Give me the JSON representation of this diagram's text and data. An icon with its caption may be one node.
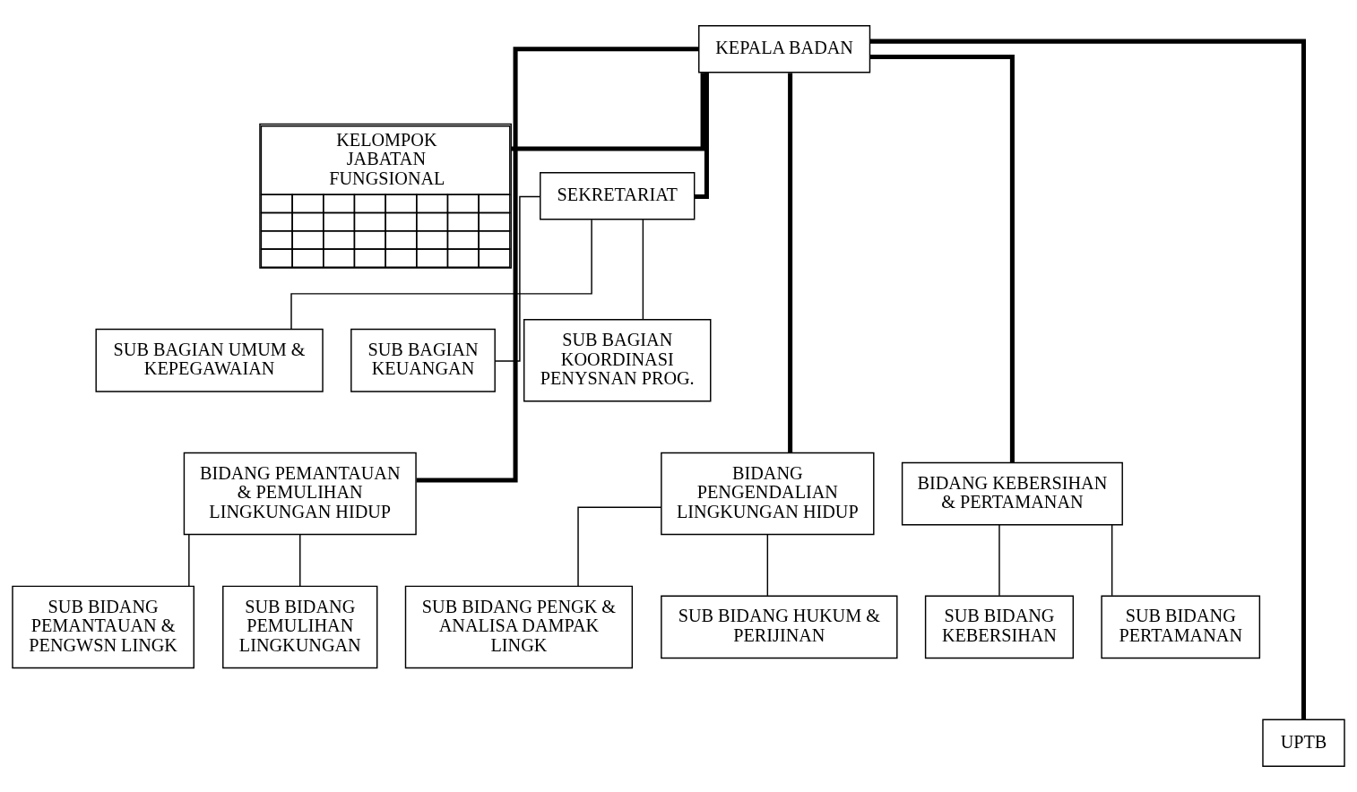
{
  "diagram": {
    "nodes": [
      {
        "text": [
          "KEPALA BADAN"
        ]
      },
      {
        "text": [
          "KELOMPOK JABATAN FUNGSIONAL"
        ]
      },
      {
        "text": [
          "SEKRETARIAT"
        ]
      },
      {
        "text": [
          "SUB BAGIAN UMUM & KEPEGAWAIAN"
        ]
      },
      {
        "text": [
          "SUB BAGIAN KEUANGAN"
        ]
      },
      {
        "text": [
          "SUB BAGIAN KOORDINASI PENYSNAN PROG."
        ]
      },
      {
        "text": [
          "BIDANG PEMANTAUAN & PEMULIHAN LINGKUNGAN HIDUP"
        ]
      },
      {
        "text": [
          "BIDANG PENGENDALIAN LINGKUNGAN HIDUP"
        ]
      },
      {
        "text": [
          "BIDANG KEBERSIHAN & PERTAMANAN"
        ]
      },
      {
        "text": [
          "SUB BIDANG PEMANTAUAN & PENGWSN LINGK"
        ]
      },
      {
        "text": [
          "SUB BIDANG PEMULIHAN LINGKUNGAN"
        ]
      },
      {
        "text": [
          "SUB BIDANG PENGK & ANALISA DAMPAK LINGK"
        ]
      },
      {
        "text": [
          "SUB BIDANG HUKUM & PERIJINAN"
        ]
      },
      {
        "text": [
          "SUB BIDANG KEBERSIHAN"
        ]
      },
      {
        "text": [
          "SUB BIDANG PERTAMANAN"
        ]
      },
      {
        "text": [
          "UPTB"
        ]
      }
    ],
    "edges": [
      {
        "from": 0,
        "to": 1,
        "arrow": "none",
        "style": "thick"
      },
      {
        "from": 0,
        "to": 2,
        "arrow": "none",
        "style": "thick"
      },
      {
        "from": 2,
        "to": 3,
        "arrow": "none"
      },
      {
        "from": 2,
        "to": 4,
        "arrow": "none"
      },
      {
        "from": 2,
        "to": 5,
        "arrow": "none"
      },
      {
        "from": 0,
        "to": 6,
        "arrow": "none",
        "style": "thick"
      },
      {
        "from": 0,
        "to": 7,
        "arrow": "none",
        "style": "thick"
      },
      {
        "from": 0,
        "to": 8,
        "arrow": "none",
        "style": "thick"
      },
      {
        "from": 6,
        "to": 9,
        "arrow": "none"
      },
      {
        "from": 6,
        "to": 10,
        "arrow": "none"
      },
      {
        "from": 7,
        "to": 11,
        "arrow": "none"
      },
      {
        "from": 7,
        "to": 12,
        "arrow": "none"
      },
      {
        "from": 8,
        "to": 13,
        "arrow": "none"
      },
      {
        "from": 8,
        "to": 14,
        "arrow": "none"
      },
      {
        "from": 0,
        "to": 15,
        "arrow": "none",
        "style": "thick"
      }
    ]
  }
}
